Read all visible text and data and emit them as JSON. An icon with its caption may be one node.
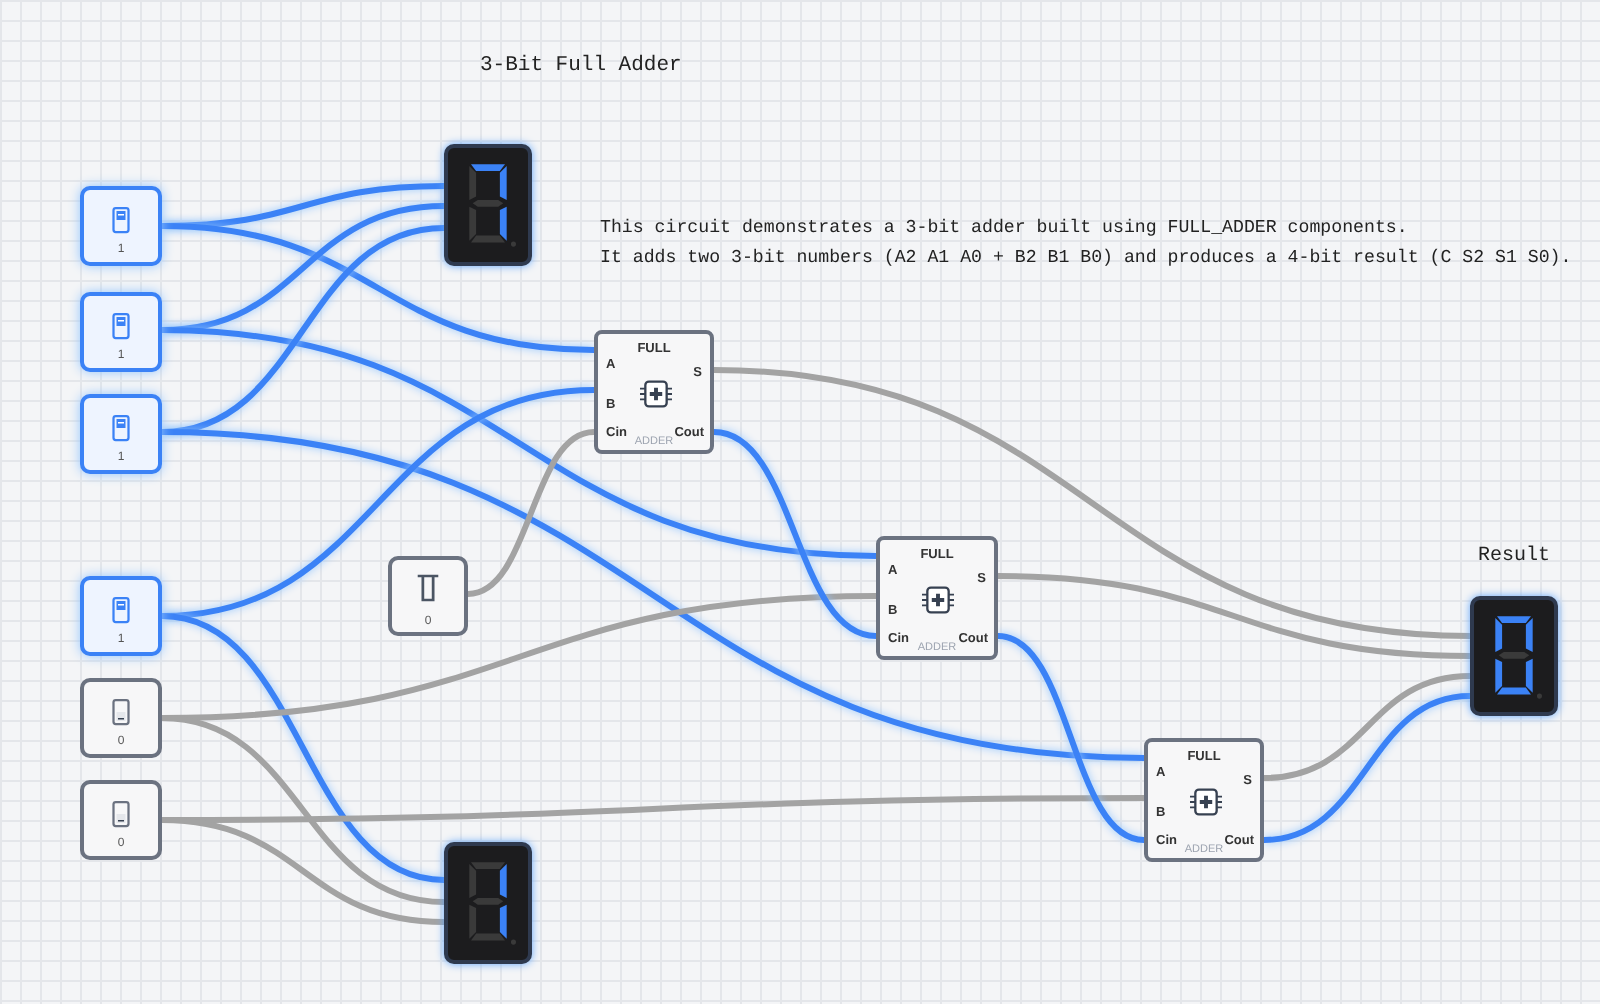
{
  "diagram": {
    "title": "3-Bit Full Adder",
    "nodes": [
      {
        "text": [
          "1"
        ]
      },
      {
        "text": [
          "1"
        ]
      },
      {
        "text": [
          "1"
        ]
      },
      {
        "text": [
          "1"
        ]
      },
      {
        "text": [
          "0"
        ]
      },
      {
        "text": [
          "0"
        ]
      },
      {
        "text": [],
        "shape": "display"
      },
      {
        "text": [],
        "shape": "display"
      },
      {
        "text": [
          "0"
        ]
      },
      {
        "text": [
          "FULL",
          "A",
          "B",
          "Cin",
          "S",
          "Cout",
          "ADDER"
        ]
      },
      {
        "text": [
          "FULL",
          "A",
          "B",
          "Cin",
          "S",
          "Cout",
          "ADDER"
        ]
      },
      {
        "text": [
          "FULL",
          "A",
          "B",
          "Cin",
          "S",
          "Cout",
          "ADDER"
        ]
      },
      {
        "text": [],
        "shape": "display",
        "beside": [
          "Result"
        ]
      }
    ],
    "edges": [
      {
        "from": 0,
        "to": 6,
        "arrow": "none"
      },
      {
        "from": 0,
        "to": 9,
        "arrow": "none"
      },
      {
        "from": 1,
        "to": 6,
        "arrow": "none"
      },
      {
        "from": 1,
        "to": 10,
        "arrow": "none"
      },
      {
        "from": 2,
        "to": 6,
        "arrow": "none"
      },
      {
        "from": 2,
        "to": 11,
        "arrow": "none"
      },
      {
        "from": 3,
        "to": 9,
        "arrow": "none"
      },
      {
        "from": 3,
        "to": 7,
        "arrow": "none"
      },
      {
        "from": 4,
        "to": 10,
        "arrow": "none",
        "color": "#a3a3a3"
      },
      {
        "from": 4,
        "to": 7,
        "arrow": "none",
        "color": "#a3a3a3"
      },
      {
        "from": 5,
        "to": 11,
        "arrow": "none",
        "color": "#a3a3a3"
      },
      {
        "from": 5,
        "to": 7,
        "arrow": "none",
        "color": "#a3a3a3"
      },
      {
        "from": 8,
        "to": 9,
        "arrow": "none",
        "color": "#a3a3a3"
      },
      {
        "from": 9,
        "to": 10,
        "arrow": "none"
      },
      {
        "from": 9,
        "to": 12,
        "arrow": "none",
        "color": "#a3a3a3"
      },
      {
        "from": 10,
        "to": 12,
        "arrow": "none",
        "color": "#a3a3a3"
      },
      {
        "from": 10,
        "to": 11,
        "arrow": "none"
      },
      {
        "from": 11,
        "to": 12,
        "arrow": "none",
        "color": "#a3a3a3"
      },
      {
        "from": 11,
        "to": 12,
        "arrow": "none"
      }
    ],
    "labels": [
      "This circuit demonstrates a 3-bit adder built using FULL_ADDER components.",
      "It adds two 3-bit numbers (A2 A1 A0 + B2 B1 B0) and produces a 4-bit result (C S2 S1 S0)."
    ]
  }
}
